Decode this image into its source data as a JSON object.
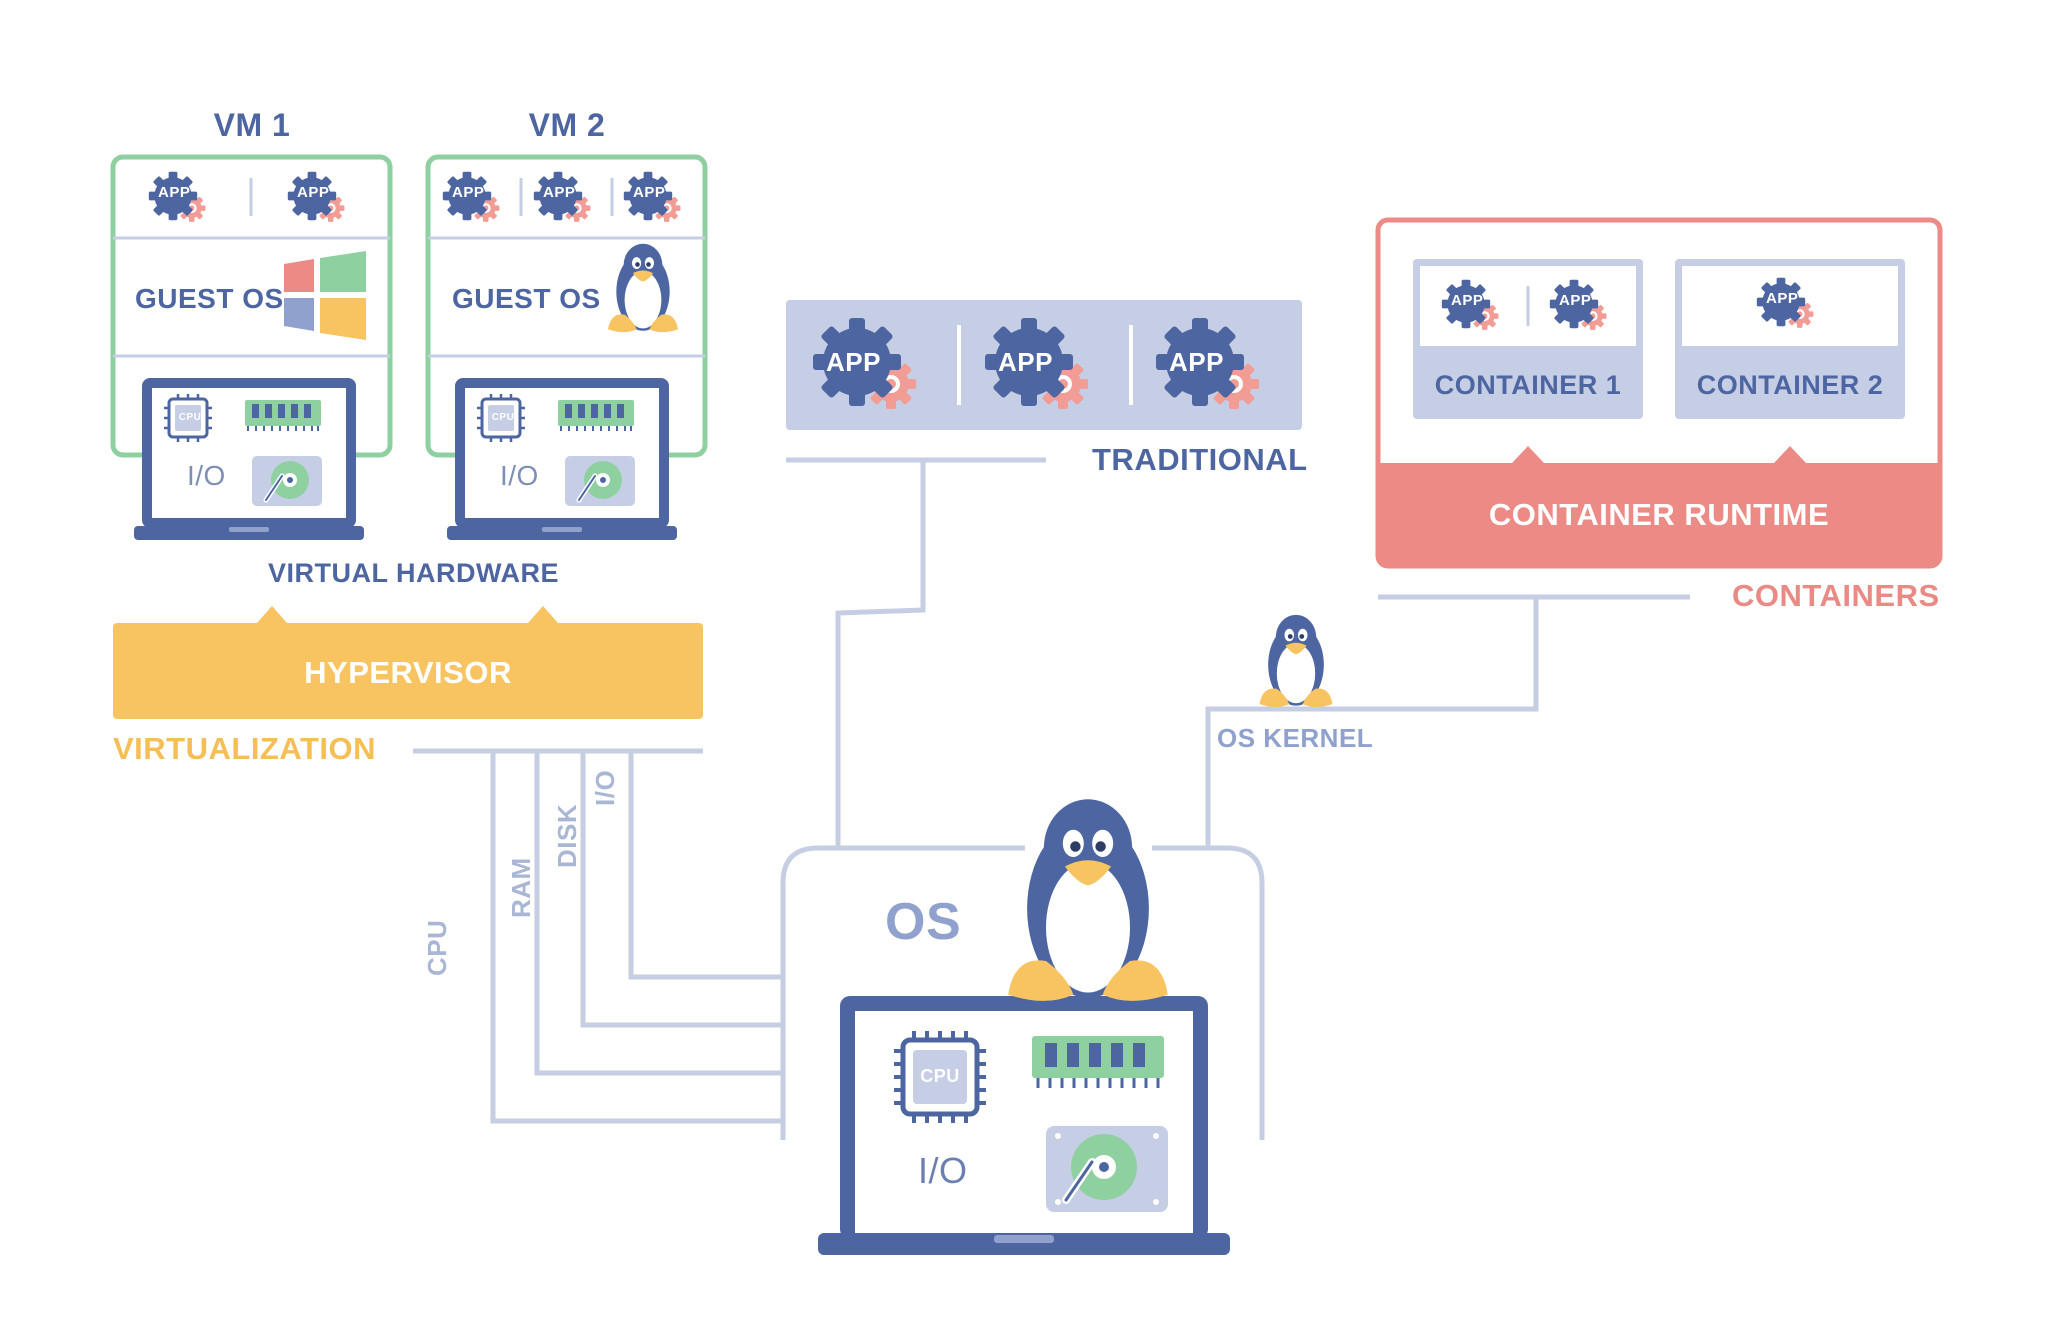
{
  "vms": [
    {
      "title": "VM 1",
      "guest_os_label": "GUEST OS",
      "guest_os_icon": "windows-logo-icon",
      "apps": [
        "APP",
        "APP"
      ],
      "io_label": "I/O",
      "cpu_chip": "CPU"
    },
    {
      "title": "VM 2",
      "guest_os_label": "GUEST OS",
      "guest_os_icon": "penguin-icon",
      "apps": [
        "APP",
        "APP",
        "APP"
      ],
      "io_label": "I/O",
      "cpu_chip": "CPU"
    }
  ],
  "virtual_hardware_label": "VIRTUAL HARDWARE",
  "hypervisor_label": "HYPERVISOR",
  "virtualization_label": "VIRTUALIZATION",
  "resource_lines": [
    "CPU",
    "RAM",
    "DISK",
    "I/O"
  ],
  "traditional": {
    "apps": [
      "APP",
      "APP",
      "APP"
    ],
    "label": "TRADITIONAL"
  },
  "containers": {
    "items": [
      {
        "name": "CONTAINER 1",
        "apps": [
          "APP",
          "APP"
        ]
      },
      {
        "name": "CONTAINER 2",
        "apps": [
          "APP"
        ]
      }
    ],
    "runtime_label": "CONTAINER RUNTIME",
    "label": "CONTAINERS"
  },
  "os_kernel_label": "OS KERNEL",
  "host": {
    "os_label": "OS",
    "cpu_chip": "CPU",
    "io_label": "I/O"
  },
  "colors": {
    "vm_border": "#8fd0a0",
    "hypervisor": "#f8c462",
    "virtualization_text": "#f5bf55",
    "traditional_bg": "#c5cee5",
    "containers_border": "#ec8b86",
    "containers_text": "#e98a85",
    "line": "#c5cee2",
    "navy": "#4d66a2",
    "gear_pink": "#f29c96"
  }
}
